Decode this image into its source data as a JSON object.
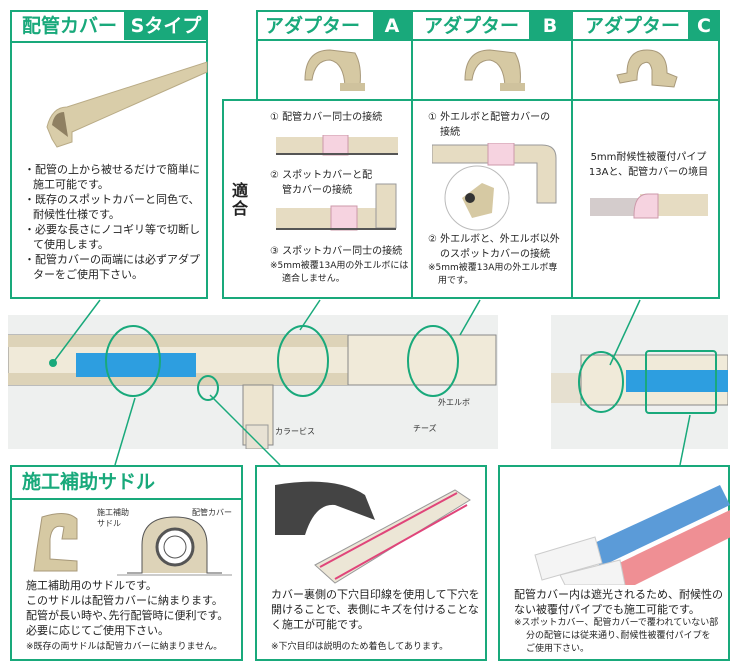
{
  "s_type": {
    "title": "配管カバー",
    "tag": "Sタイプ",
    "bullets": [
      "・配管の上から被せるだけで簡単に施工可能です。",
      "・既存のスポットカバーと同色で、耐候性仕様です。",
      "・必要な長さにノコギリ等で切断して使用します。",
      "・配管カバーの両端には必ずアダプターをご使用下さい。"
    ]
  },
  "adapters": [
    {
      "title": "アダプター",
      "tag": "A",
      "items": [
        "① 配管カバー同士の接続",
        "② スポットカバーと配管カバーの接続",
        "③ スポットカバー同士の接続"
      ],
      "note": "※5mm被覆13A用の外エルボには適合しません。"
    },
    {
      "title": "アダプター",
      "tag": "B",
      "items": [
        "① 外エルボと配管カバーの接続",
        "② 外エルボと、外エルボ以外のスポットカバーの接続"
      ],
      "note": "※5mm被覆13A用の外エルボ専用です。"
    },
    {
      "title": "アダプター",
      "tag": "C",
      "items": [
        "5mm耐候性被覆付パイプ13Aと、配管カバーの境目"
      ]
    }
  ],
  "fit_label": "適合",
  "diagram": {
    "labels": {
      "collar_screw": "カラービス",
      "tee": "チーズ",
      "outer_elbow": "外エルボ"
    }
  },
  "saddle": {
    "title": "施工補助サドル",
    "label_saddle": "施工補助サドル",
    "label_cover": "配管カバー",
    "lines": [
      "施工補助用のサドルです。",
      "このサドルは配管カバーに納まります。",
      "配管が長い時や､先行配管時に便利です。",
      "必要に応じてご使用下さい。"
    ],
    "note": "※既存の両サドルは配管カバーに納まりません。"
  },
  "drill": {
    "text": "カバー裏側の下穴目印線を使用して下穴を開けることで、表側にキズを付けることなく施工が可能です。",
    "note": "※下穴目印は説明のため着色してあります。"
  },
  "pipe": {
    "text": "配管カバー内は遮光されるため、耐候性のない被覆付パイプでも施工可能です。",
    "note": "※スポットカバー、配管カバーで覆われていない部分の配管には従来通り､耐候性被覆付パイプをご使用下さい。"
  },
  "colors": {
    "accent": "#19a97b",
    "cover": "#e3d8bd",
    "pink": "#f6d3e0",
    "blue": "#2a8fd6"
  }
}
